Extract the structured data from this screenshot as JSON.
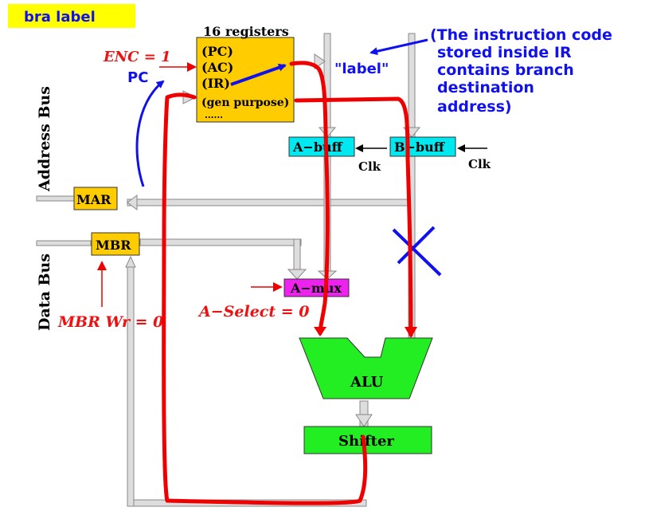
{
  "title": "bra label",
  "registers": {
    "heading": "16 registers",
    "items": [
      "(PC)",
      "(AC)",
      "(IR)",
      "(gen purpose)",
      "......"
    ]
  },
  "label_quote": "\"label\"",
  "note": [
    "(The instruction code",
    "stored inside IR",
    "contains branch",
    "destination",
    "address)"
  ],
  "enc_label": "ENC = 1",
  "pc_label": "PC",
  "a_buff": "A−buff",
  "b_buff": "B−buff",
  "clk_a": "Clk",
  "clk_b": "Clk",
  "mar": "MAR",
  "mbr": "MBR",
  "address_bus": "Address Bus",
  "data_bus": "Data Bus",
  "a_mux": "A−mux",
  "mbr_wr": "MBR Wr = 0",
  "a_select": "A−Select = 0",
  "alu": "ALU",
  "shifter": "Shifter",
  "colors": {
    "title_bg": "#ffff00",
    "register_fill": "#ffcc00",
    "buffer_fill": "#00e8f0",
    "mux_fill": "#ee22ee",
    "alu_fill": "#22ee22",
    "path_red": "#ee0000",
    "blue": "#1111ee"
  }
}
